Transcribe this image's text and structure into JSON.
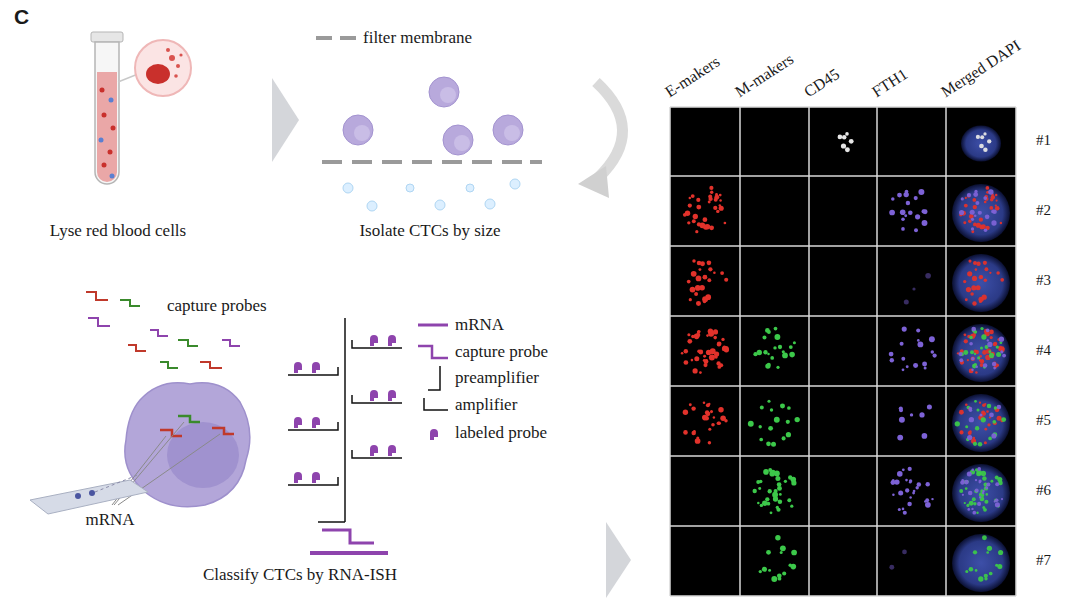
{
  "diagram": {
    "labels": [
      "C",
      "filter membrane",
      "Lyse red blood cells",
      "Isolate CTCs by size",
      "capture probes",
      "mRNA",
      "Classify CTCs by RNA-ISH",
      "E-makers",
      "M-makers",
      "CD45",
      "FTH1",
      "Merged DAPI",
      "#1",
      "#2",
      "#3",
      "#4",
      "#5",
      "#6",
      "#7"
    ],
    "legend": [
      {
        "text": "mRNA"
      },
      {
        "text": "capture probe"
      },
      {
        "text": "preamplifier"
      },
      {
        "text": "amplifier"
      },
      {
        "text": "labeled probe"
      }
    ]
  }
}
